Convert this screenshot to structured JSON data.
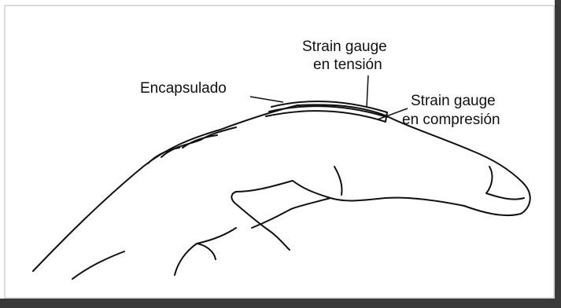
{
  "diagram": {
    "labels": {
      "encapsulado": "Encapsulado",
      "tension_line1": "Strain gauge",
      "tension_line2": "en tensión",
      "compression_line1": "Strain gauge",
      "compression_line2": "en compresión"
    },
    "colors": {
      "ink": "#111111",
      "frame_shadow": "#3a3a3a",
      "background": "#ffffff"
    }
  }
}
